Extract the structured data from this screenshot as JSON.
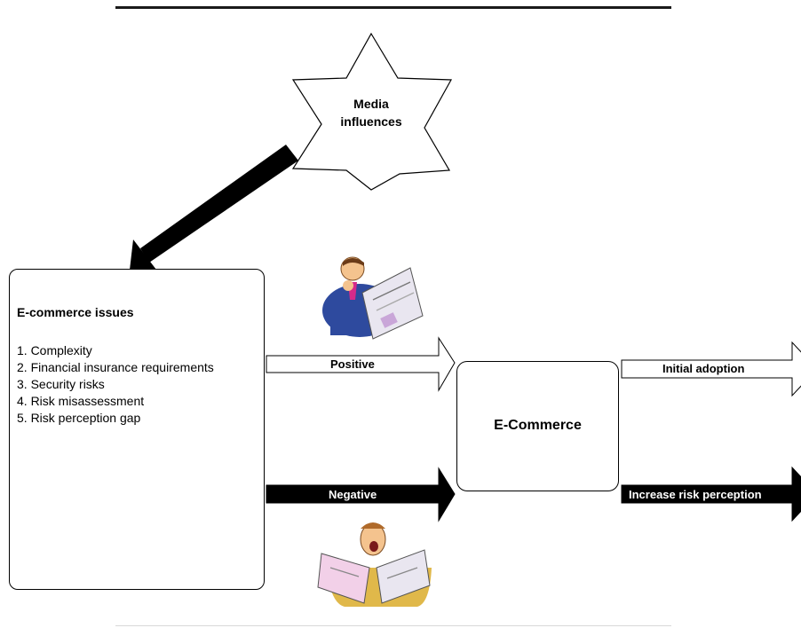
{
  "star": {
    "line1": "Media",
    "line2": "influences"
  },
  "issues": {
    "title": "E-commerce issues",
    "items": [
      "1. Complexity",
      "2. Financial insurance requirements",
      "3. Security risks",
      "4. Risk misassessment",
      "5. Risk perception gap"
    ]
  },
  "center": {
    "label": "E-Commerce"
  },
  "arrows": {
    "positive": "Positive",
    "negative": "Negative",
    "initial_adoption": "Initial adoption",
    "increase_risk": "Increase risk perception"
  },
  "colors": {
    "line": "#000000",
    "fill_dark": "#000000",
    "fill_light": "#ffffff"
  }
}
